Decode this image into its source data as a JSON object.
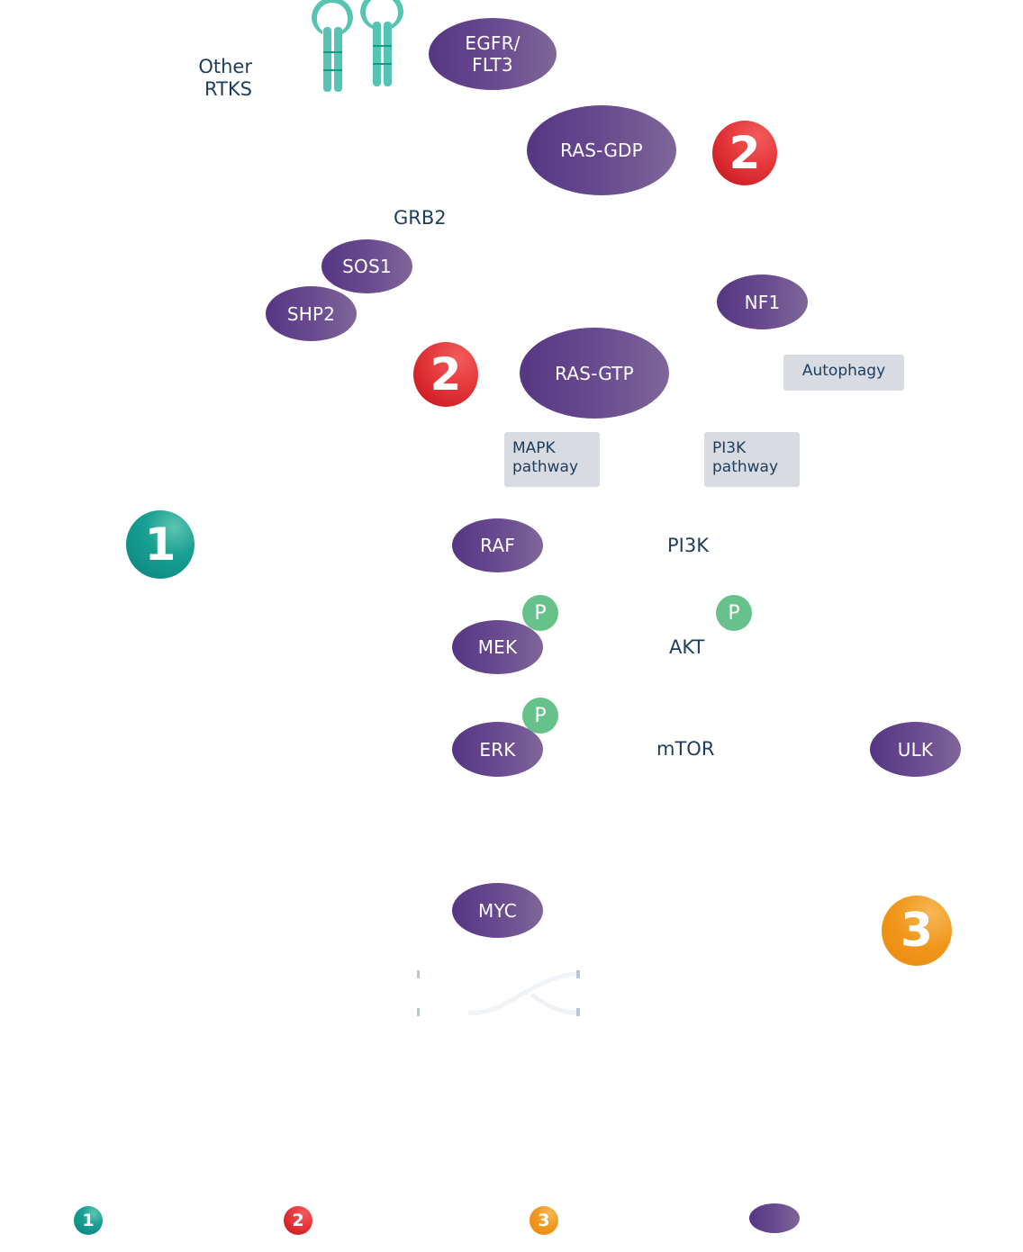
{
  "receptors": {
    "other_rtks_label": "Other\nRTKS",
    "receptor_color": "#55c4b2"
  },
  "nodes": {
    "egfr_flt3": "EGFR/\nFLT3",
    "ras_gdp": "RAS-GDP",
    "sos1": "SOS1",
    "shp2": "SHP2",
    "nf1": "NF1",
    "ras_gtp": "RAS-GTP",
    "raf": "RAF",
    "mek": "MEK",
    "erk": "ERK",
    "ulk": "ULK",
    "myc": "MYC"
  },
  "labels": {
    "grb2": "GRB2",
    "pi3k": "PI3K",
    "akt": "AKT",
    "mtor": "mTOR"
  },
  "boxes": {
    "autophagy": "Autophagy",
    "mapk_pathway": "MAPK\npathway",
    "pi3k_pathway": "PI3K\npathway"
  },
  "phospho": {
    "symbol": "P",
    "color": "#67c18b"
  },
  "badges": {
    "one": "1",
    "two": "2",
    "three": "3",
    "colors": {
      "one": "#0a837e",
      "two": "#e5383b",
      "three": "#f0961a"
    }
  },
  "legend": {
    "items": [
      {
        "badge": "1"
      },
      {
        "badge": "2"
      },
      {
        "badge": "3"
      },
      {
        "badge": "protein-ellipse"
      }
    ]
  },
  "colors": {
    "protein_node": "#553683",
    "text_dark": "#1d3d5e",
    "pathway_box": "#d8dbe2"
  }
}
